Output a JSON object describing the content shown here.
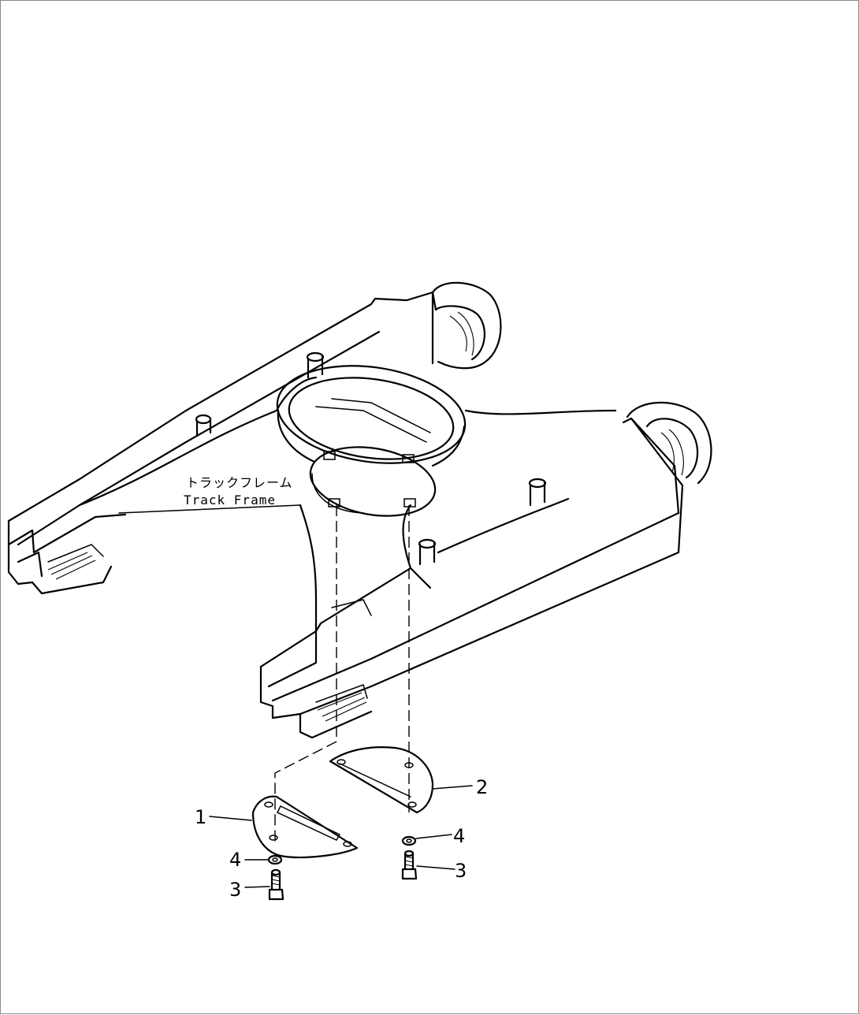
{
  "assembly_label": {
    "japanese": "トラックフレーム",
    "english": "Track  Frame"
  },
  "callouts": [
    {
      "id": "plate-left",
      "number": "1"
    },
    {
      "id": "plate-right",
      "number": "2"
    },
    {
      "id": "bolt-left",
      "number": "3"
    },
    {
      "id": "bolt-right",
      "number": "3"
    },
    {
      "id": "washer-left",
      "number": "4"
    },
    {
      "id": "washer-right",
      "number": "4"
    }
  ]
}
